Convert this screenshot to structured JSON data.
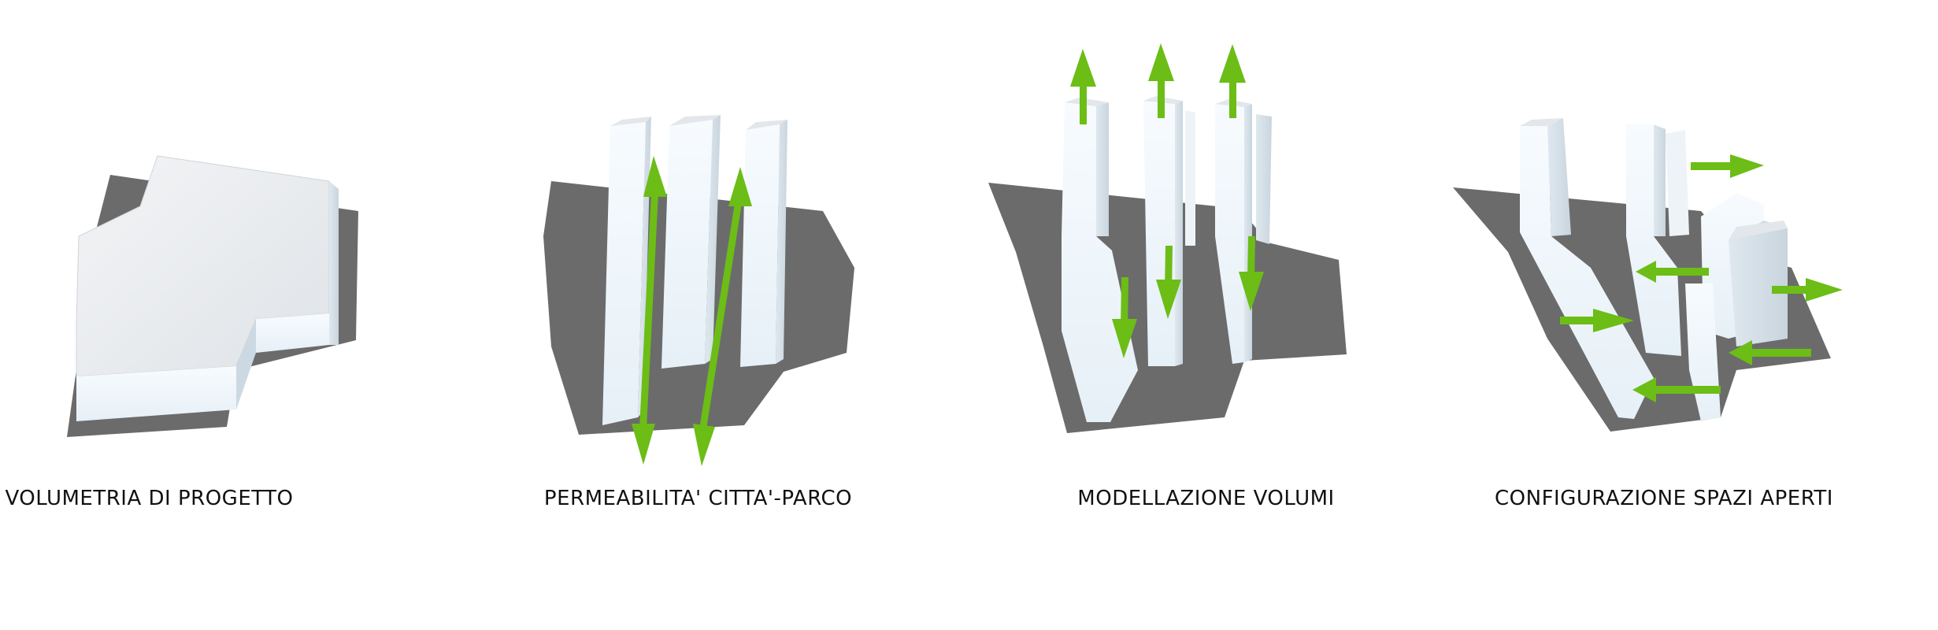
{
  "captions": [
    "VOLUMETRIA DI PROGETTO",
    "PERMEABILITA' CITTA'-PARCO",
    "MODELLAZIONE VOLUMI",
    "CONFIGURAZIONE SPAZI APERTI"
  ],
  "colors": {
    "background": "#ffffff",
    "ground": "#6b6b6b",
    "volume_top": "#e9ecef",
    "volume_side": "#d6e2ea",
    "volume_front": "#f4f9fc",
    "arrow": "#6cbd16",
    "caption_text": "#111111"
  },
  "icons": [
    "up-arrow-icon",
    "down-arrow-icon",
    "right-arrow-icon",
    "left-arrow-icon",
    "double-arrow-icon"
  ]
}
